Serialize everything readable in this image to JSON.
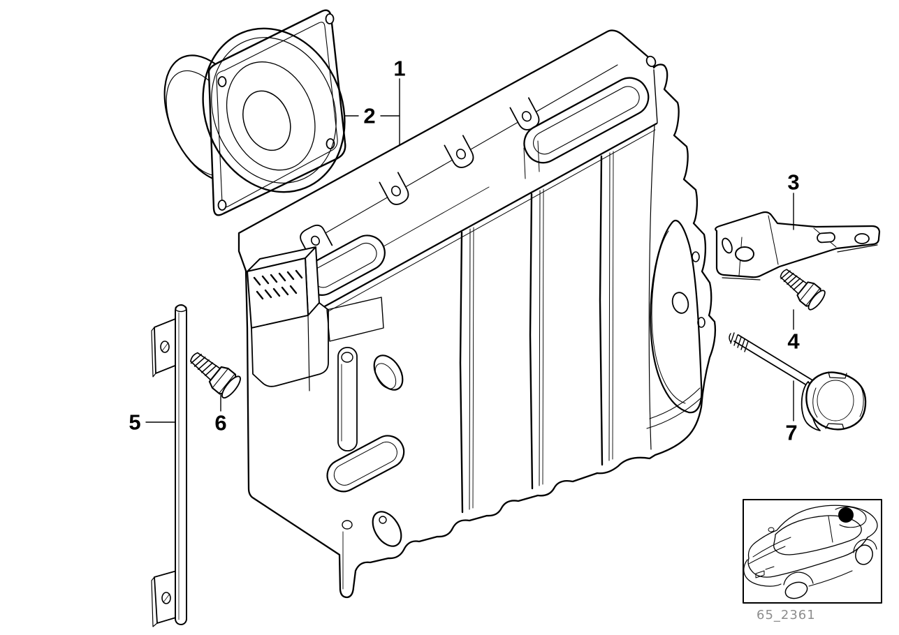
{
  "callouts": [
    "1",
    "2",
    "3",
    "4",
    "5",
    "6",
    "7"
  ],
  "inset": {
    "caption": "65_2361"
  },
  "colors": {
    "line": "#000000",
    "background": "#ffffff",
    "caption_gray": "#8c8c8c",
    "callout_marker": "#000000"
  }
}
